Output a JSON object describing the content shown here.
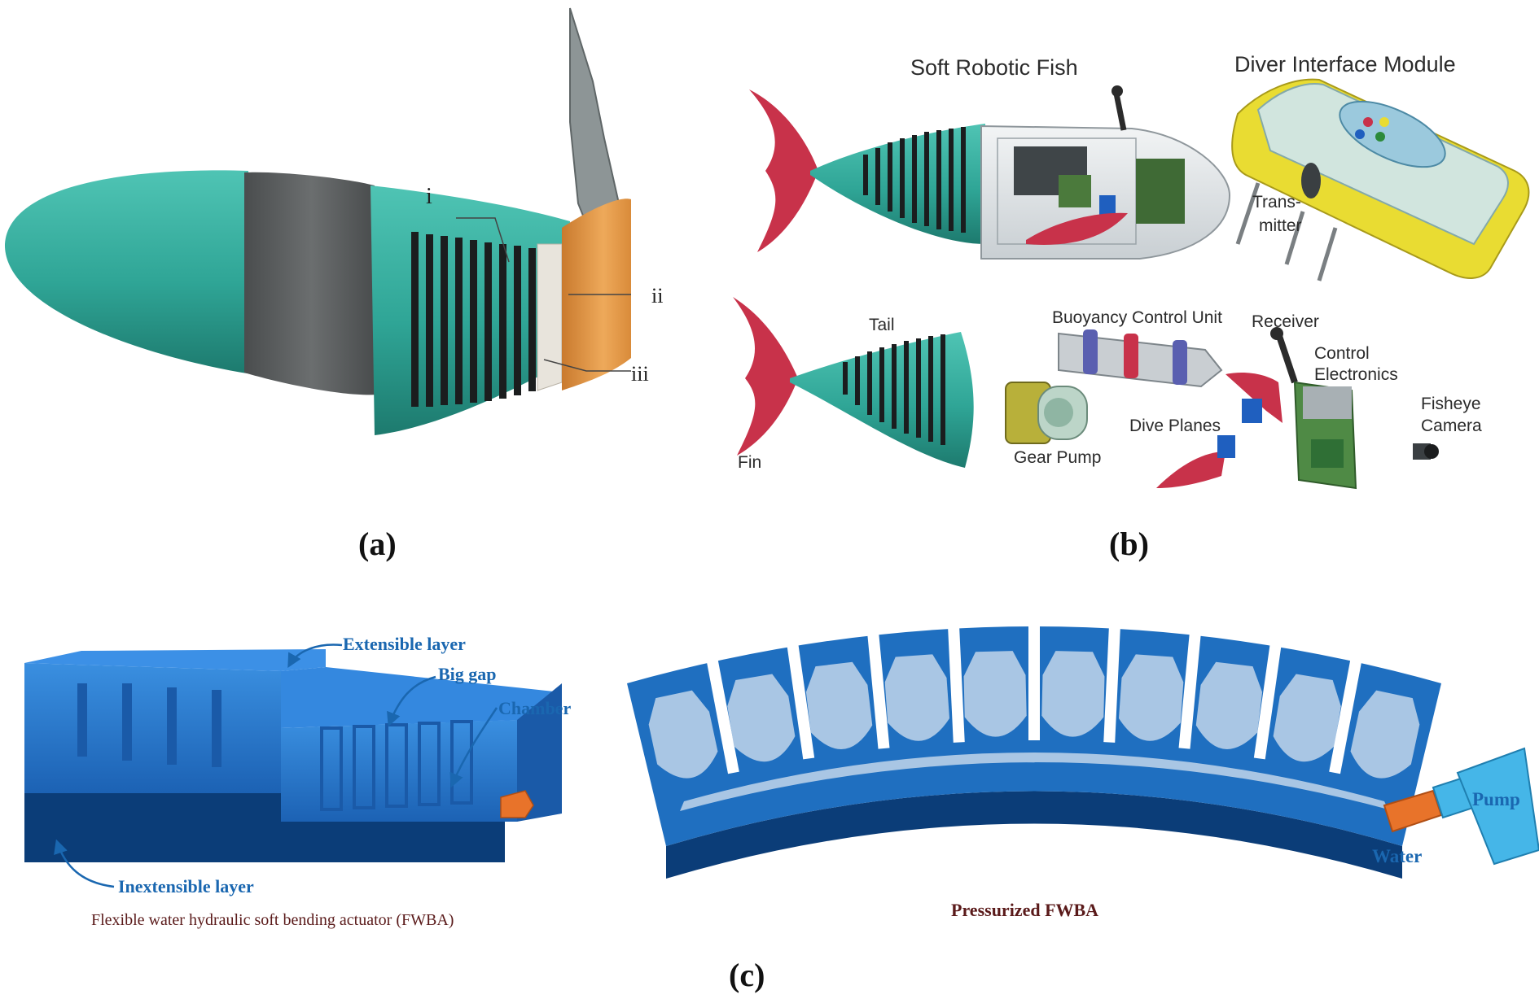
{
  "panels": {
    "a": {
      "caption": "(a)",
      "labels": {
        "i": "i",
        "ii": "ii",
        "iii": "iii"
      }
    },
    "b": {
      "caption": "(b)",
      "titles": {
        "fish": "Soft Robotic Fish",
        "dim": "Diver Interface Module"
      },
      "labels": {
        "transmitter_1": "Trans-",
        "transmitter_2": "mitter",
        "tail": "Tail",
        "buoyancy": "Buoyancy Control Unit",
        "receiver": "Receiver",
        "control_1": "Control",
        "control_2": "Electronics",
        "fisheye_1": "Fisheye",
        "fisheye_2": "Camera",
        "dive": "Dive Planes",
        "gear": "Gear Pump",
        "fin": "Fin"
      }
    },
    "c": {
      "caption": "(c)",
      "labels": {
        "extensible": "Extensible layer",
        "big_gap": "Big gap",
        "chamber": "Chamber",
        "inextensible": "Inextensible layer",
        "fwba": "Flexible water hydraulic soft bending actuator (FWBA)",
        "pressurized": "Pressurized FWBA",
        "pump": "Pump",
        "water": "Water"
      }
    }
  },
  "colors": {
    "teal": "#2fa596",
    "grey": "#5b5e5f",
    "orange": "#e29a48",
    "red": "#c8324a",
    "yellow": "#e9dc32",
    "blue": "#1f6fc0",
    "dark_blue": "#0b3d78",
    "light_blue": "#a9c6e4",
    "label_blue": "#1a67b0",
    "caption_dark": "#5a1a1a"
  }
}
